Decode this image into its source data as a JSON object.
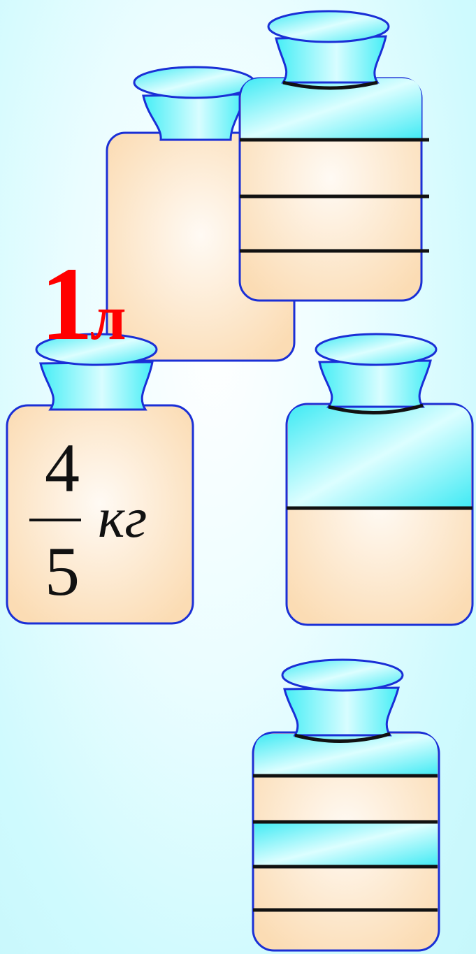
{
  "volume_label": {
    "number": "1",
    "unit": "л"
  },
  "weight_label": {
    "numerator": "4",
    "denominator": "5",
    "unit": "кг"
  },
  "colors": {
    "glass": "#4df2f8",
    "sand": "#fbdcb4",
    "outline": "#1a2fd6",
    "label_red": "#ff0000"
  }
}
